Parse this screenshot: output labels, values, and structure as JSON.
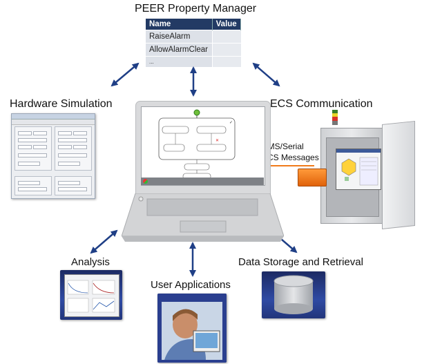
{
  "labels": {
    "peer": "PEER Property Manager",
    "hardware": "Hardware Simulation",
    "ecs": "ECS Communication",
    "secs_line1": "HSMS/Serial",
    "secs_line2": "SECS Messages",
    "analysis": "Analysis",
    "user_apps": "User Applications",
    "storage": "Data Storage and Retrieval"
  },
  "property_table": {
    "headers": [
      "Name",
      "Value"
    ],
    "rows": [
      [
        "RaiseAlarm",
        ""
      ],
      [
        "AllowAlarmClear",
        ""
      ],
      [
        "...",
        ""
      ]
    ]
  },
  "icons": {
    "arrows": "double-headed-arrow",
    "laptop": "laptop-icon",
    "cabinet": "equipment-cabinet-icon",
    "database": "database-cylinder-icon"
  },
  "colors": {
    "arrow": "#1f3f86",
    "table_header": "#233a64",
    "secs_line": "#f07a1a",
    "tile": "#2f4aa3"
  }
}
